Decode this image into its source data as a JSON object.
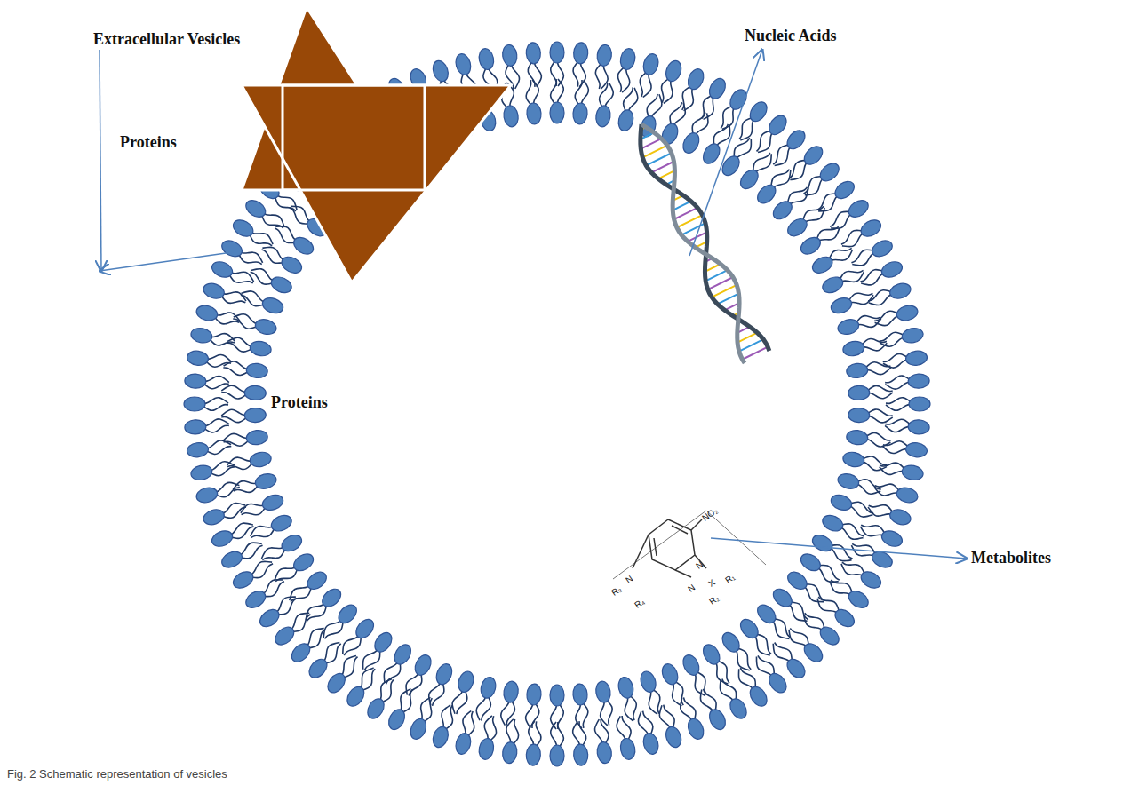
{
  "diagram": {
    "caption": "Fig. 2 Schematic representation of vesicles",
    "labels": [
      "Extracellular Vesicles",
      "Proteins",
      "Nucleic Acids",
      "Proteins",
      "Metabolites",
      "NO₂",
      "N",
      "N",
      "X",
      "R₁",
      "R₂",
      "N",
      "R₃",
      "R₄"
    ]
  }
}
